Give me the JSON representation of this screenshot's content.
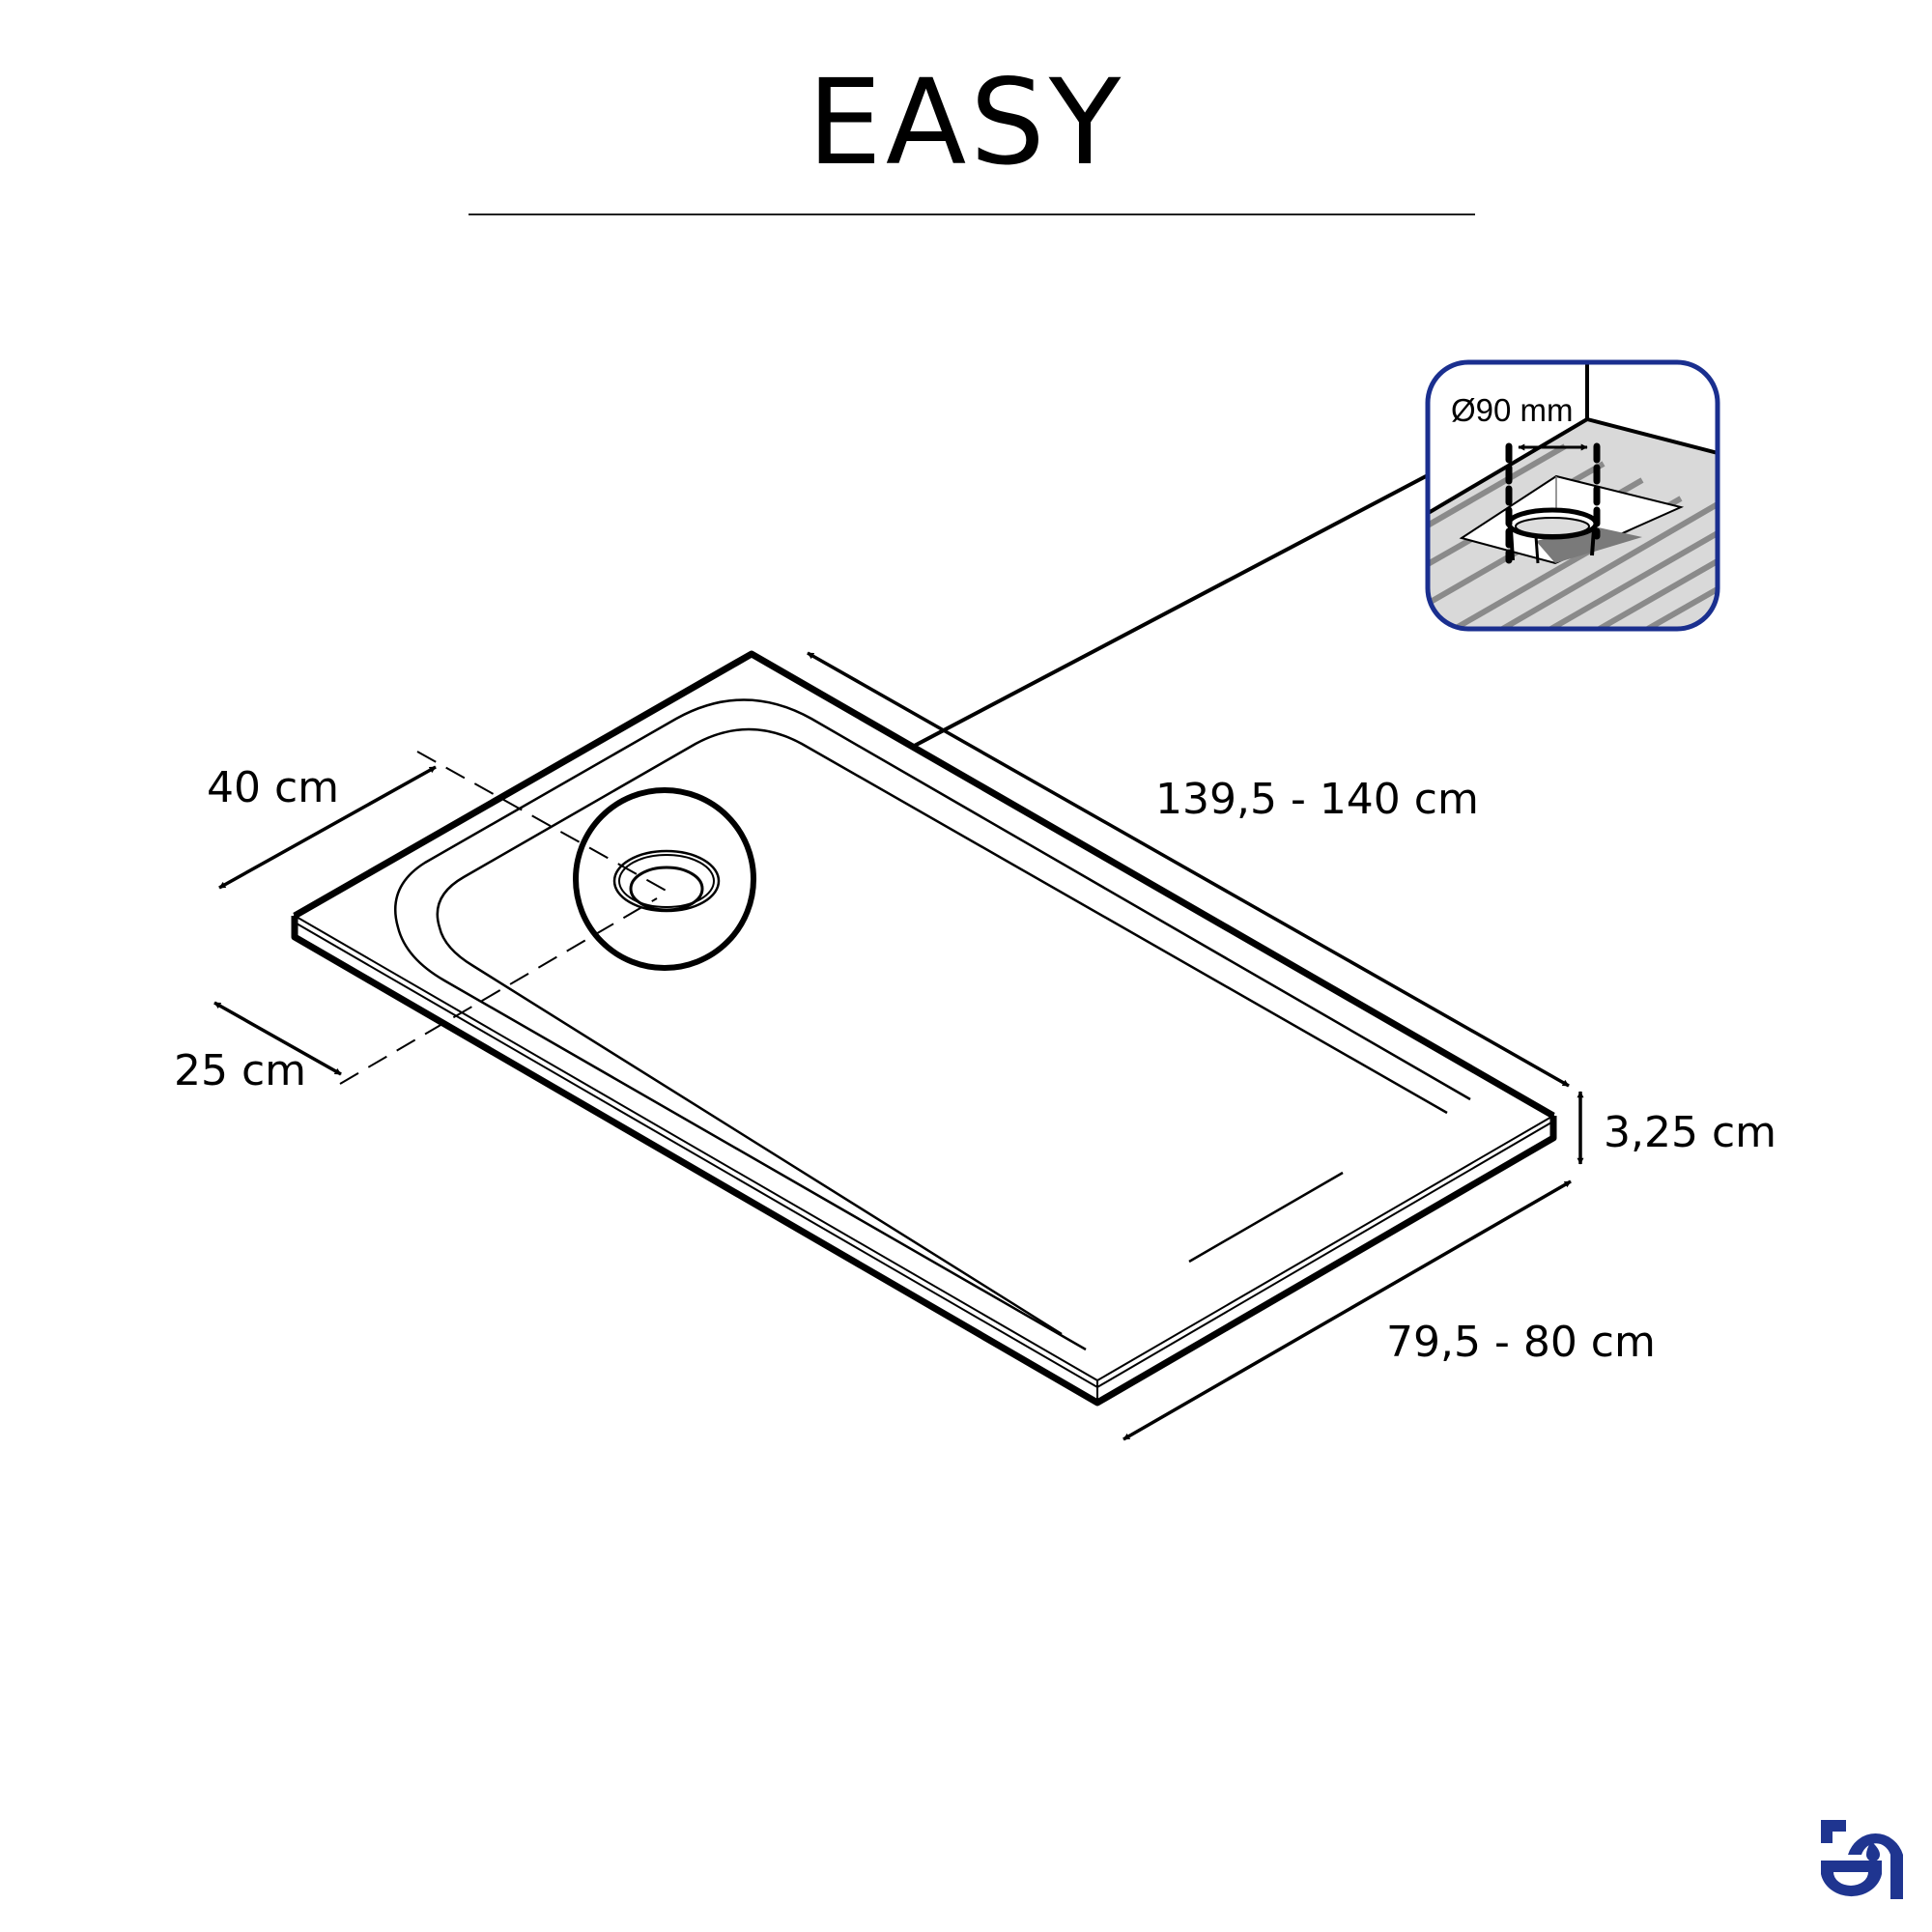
{
  "title": "EASY",
  "dimensions": {
    "length": "139,5 - 140 cm",
    "width": "79,5 - 80 cm",
    "height": "3,25 cm",
    "drain_from_side": "40 cm",
    "drain_from_end": "25 cm"
  },
  "inset": {
    "diameter_label": "Ø90 mm",
    "border_color": "#1a2f8f",
    "floor_color": "#d9d9d9",
    "stripe_color": "#8a8a8a"
  },
  "logo": {
    "name": "brand-logo",
    "color": "#1f3590"
  },
  "colors": {
    "line": "#000000",
    "background": "#ffffff"
  }
}
